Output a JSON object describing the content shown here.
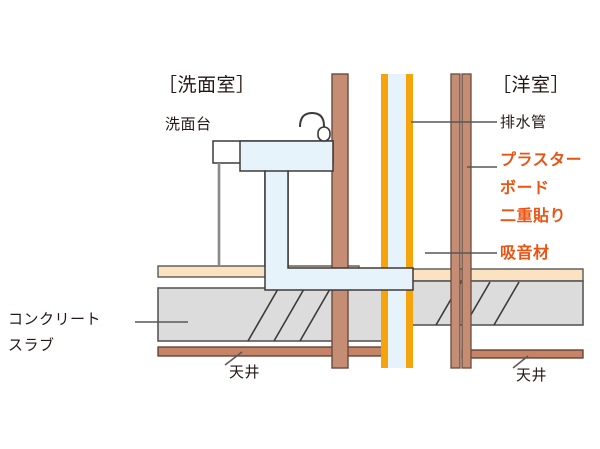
{
  "diagram": {
    "title_left": "［洗面室］",
    "title_right": "［洋室］",
    "labels": {
      "vanity": "洗面台",
      "drain_pipe": "排水管",
      "plaster_board_1": "プラスター",
      "plaster_board_2": "ボード",
      "plaster_board_3": "二重貼り",
      "sound_absorber": "吸音材",
      "concrete_slab_1": "コンクリート",
      "concrete_slab_2": "スラブ",
      "ceiling_left": "天井",
      "ceiling_right": "天井"
    },
    "colors": {
      "stud_brown": "#c58d74",
      "stud_border": "#6b4a3d",
      "pipe_orange": "#f5a40c",
      "pipe_fill": "#e7f3fb",
      "slab_gray": "#dcdcdc",
      "slab_border": "#555555",
      "ceiling_brown": "#c58467",
      "absorber_cream": "#fbe2c0",
      "accent_text": "#ea5413",
      "body_text": "#231815",
      "leader_line": "#595757"
    }
  }
}
